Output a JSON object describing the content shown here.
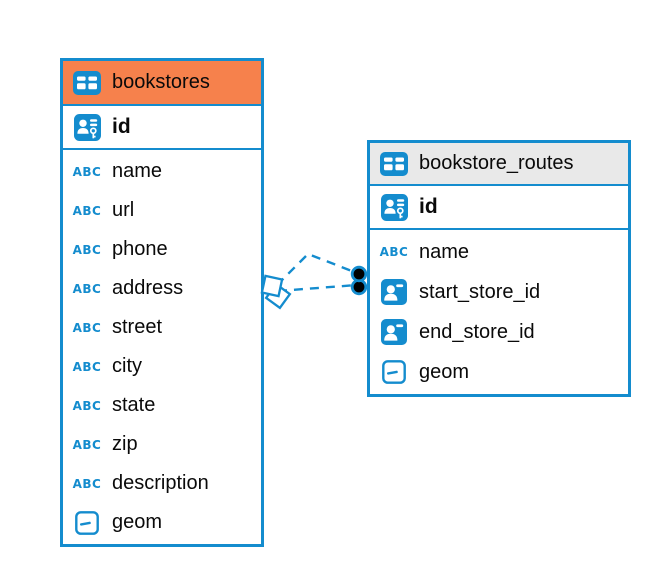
{
  "colors": {
    "accent_blue": "#148CCE",
    "bookstores_header": "#F6814C",
    "routes_header": "#E9E9E9",
    "entity_bg": "#FFFFFF",
    "text_color": "#0A0A0A",
    "dot_color": "#000000"
  },
  "icons": {
    "text_type_label": "ABC"
  },
  "tables": [
    {
      "name": "bookstores",
      "columns": [
        {
          "name": "id",
          "type": "primary-key"
        },
        {
          "name": "name",
          "type": "text"
        },
        {
          "name": "url",
          "type": "text"
        },
        {
          "name": "phone",
          "type": "text"
        },
        {
          "name": "address",
          "type": "text"
        },
        {
          "name": "street",
          "type": "text"
        },
        {
          "name": "city",
          "type": "text"
        },
        {
          "name": "state",
          "type": "text"
        },
        {
          "name": "zip",
          "type": "text"
        },
        {
          "name": "description",
          "type": "text"
        },
        {
          "name": "geom",
          "type": "geometry"
        }
      ]
    },
    {
      "name": "bookstore_routes",
      "columns": [
        {
          "name": "id",
          "type": "primary-key"
        },
        {
          "name": "name",
          "type": "text"
        },
        {
          "name": "start_store_id",
          "type": "foreign-key"
        },
        {
          "name": "end_store_id",
          "type": "foreign-key"
        },
        {
          "name": "geom",
          "type": "geometry"
        }
      ]
    }
  ],
  "relationships": [
    {
      "from_table": "bookstore_routes",
      "to_table": "bookstores",
      "style": "dashed"
    },
    {
      "from_table": "bookstore_routes",
      "to_table": "bookstores",
      "style": "dashed"
    }
  ]
}
